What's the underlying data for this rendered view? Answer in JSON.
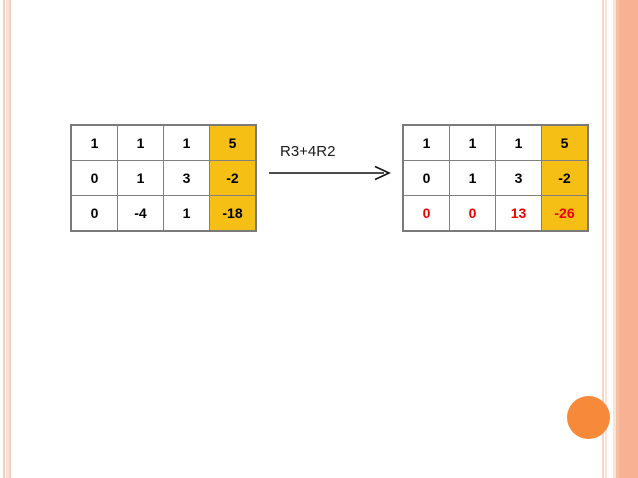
{
  "slide": {
    "background_color": "#FFFFFF",
    "accent_colors": {
      "gold": "#F5BF15",
      "red": "#EE0000",
      "orange_circle": "#F7893B",
      "stripe_salmon": "#F9B193",
      "stripe_pink": "#F6CFC0",
      "grid_line": "#808080"
    }
  },
  "operation": {
    "label": "R3+4R2",
    "arrow": "right-arrow"
  },
  "matrix_left": {
    "name": "augmented-matrix-before",
    "rows": [
      [
        {
          "value": "1",
          "highlight": false,
          "red": false
        },
        {
          "value": "1",
          "highlight": false,
          "red": false
        },
        {
          "value": "1",
          "highlight": false,
          "red": false
        },
        {
          "value": "5",
          "highlight": true,
          "red": false
        }
      ],
      [
        {
          "value": "0",
          "highlight": false,
          "red": false
        },
        {
          "value": "1",
          "highlight": false,
          "red": false
        },
        {
          "value": "3",
          "highlight": false,
          "red": false
        },
        {
          "value": "-2",
          "highlight": true,
          "red": false
        }
      ],
      [
        {
          "value": "0",
          "highlight": false,
          "red": false
        },
        {
          "value": "-4",
          "highlight": false,
          "red": false
        },
        {
          "value": "1",
          "highlight": false,
          "red": false
        },
        {
          "value": "-18",
          "highlight": true,
          "red": false
        }
      ]
    ]
  },
  "matrix_right": {
    "name": "augmented-matrix-after",
    "rows": [
      [
        {
          "value": "1",
          "highlight": false,
          "red": false
        },
        {
          "value": "1",
          "highlight": false,
          "red": false
        },
        {
          "value": "1",
          "highlight": false,
          "red": false
        },
        {
          "value": "5",
          "highlight": true,
          "red": false
        }
      ],
      [
        {
          "value": "0",
          "highlight": false,
          "red": false
        },
        {
          "value": "1",
          "highlight": false,
          "red": false
        },
        {
          "value": "3",
          "highlight": false,
          "red": false
        },
        {
          "value": "-2",
          "highlight": true,
          "red": false
        }
      ],
      [
        {
          "value": "0",
          "highlight": false,
          "red": true
        },
        {
          "value": "0",
          "highlight": false,
          "red": true
        },
        {
          "value": "13",
          "highlight": false,
          "red": true
        },
        {
          "value": "-26",
          "highlight": true,
          "red": true
        }
      ]
    ]
  },
  "decorations": {
    "circle": "orange-circle",
    "left_stripes": "vertical-pink-stripes",
    "right_stripes": "vertical-salmon-band"
  }
}
